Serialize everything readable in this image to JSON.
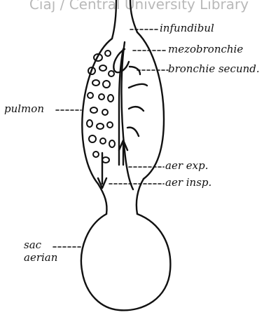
{
  "watermark": "Ciaj / Central University Library",
  "labels": {
    "infundibul": "infundibul",
    "mezobronchie": "mezobronchie",
    "bronchie_second": "bronchie secund.",
    "pulmon": "pulmon",
    "aer_exp": "aer exp.",
    "aer_insp": "aer insp.",
    "sac_line1": "sac",
    "sac_line2": "aerian"
  },
  "colors": {
    "ink": "#111111",
    "paper": "#ffffff",
    "watermark": "#b9b9b9"
  }
}
